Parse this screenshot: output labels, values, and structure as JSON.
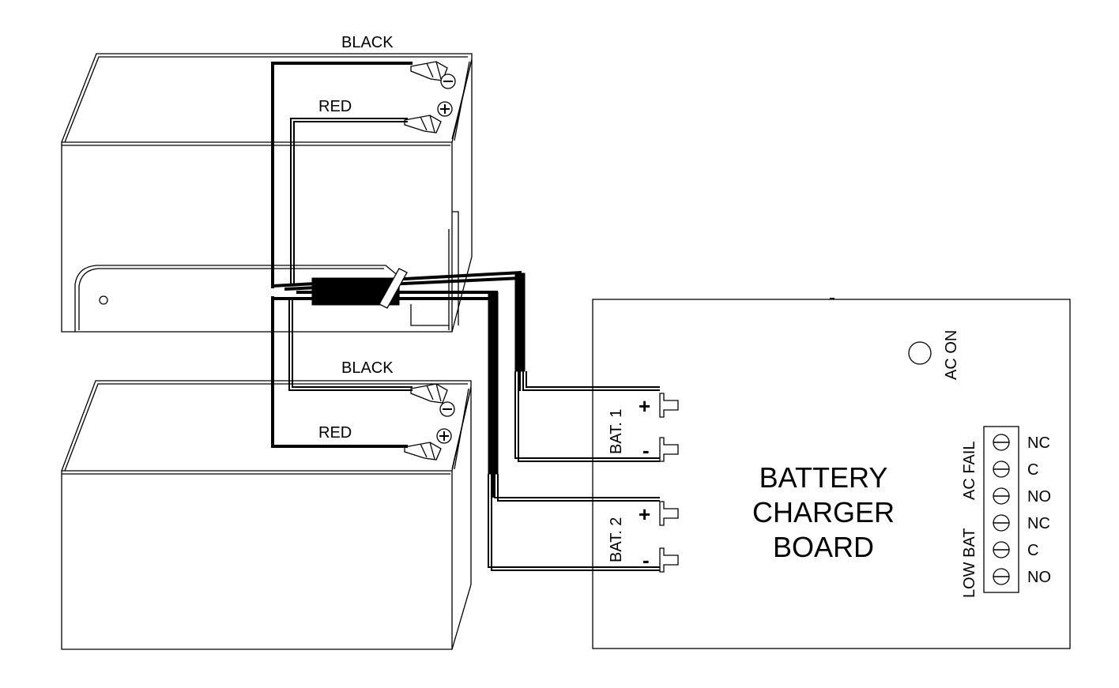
{
  "batteries": {
    "top": {
      "black_wire_label": "BLACK",
      "red_wire_label": "RED"
    },
    "bottom": {
      "black_wire_label": "BLACK",
      "red_wire_label": "RED"
    }
  },
  "board": {
    "title_lines": [
      "BATTERY",
      "CHARGER",
      "BOARD"
    ],
    "ac_on_label": "AC ON",
    "bat1_label": "BAT. 1",
    "bat2_label": "BAT. 2",
    "plus_sign": "+",
    "minus_sign": "-",
    "ac_fail_label": "AC FAIL",
    "low_bat_label": "LOW BAT",
    "relay_terminals": [
      "NC",
      "C",
      "NO",
      "NC",
      "C",
      "NO"
    ]
  }
}
